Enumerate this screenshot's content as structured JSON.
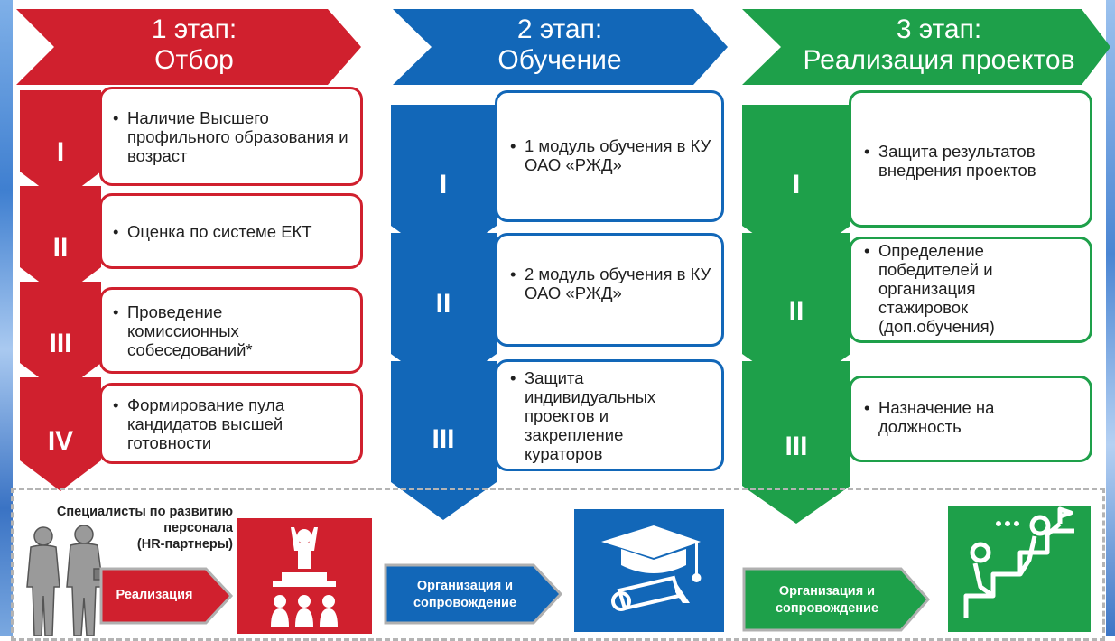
{
  "stages": [
    {
      "title_line1": "1 этап:",
      "title_line2": "Отбор",
      "color": "#d0202e",
      "steps": [
        {
          "numeral": "I",
          "text": "Наличие Высшего профильного образования и возраст"
        },
        {
          "numeral": "II",
          "text": "Оценка по системе ЕКТ"
        },
        {
          "numeral": "III",
          "text": "Проведение комиссионных собеседований*"
        },
        {
          "numeral": "IV",
          "text": "Формирование пула кандидатов высшей готовности"
        }
      ]
    },
    {
      "title_line1": "2 этап:",
      "title_line2": "Обучение",
      "color": "#1267b8",
      "steps": [
        {
          "numeral": "I",
          "text": "1 модуль обучения в КУ ОАО «РЖД»"
        },
        {
          "numeral": "II",
          "text": "2 модуль обучения в КУ ОАО «РЖД»"
        },
        {
          "numeral": "III",
          "text": "Защита индивидуальных проектов и закрепление кураторов"
        }
      ]
    },
    {
      "title_line1": "3 этап:",
      "title_line2": "Реализация проектов",
      "color": "#1ea04a",
      "steps": [
        {
          "numeral": "I",
          "text": "Защита результатов внедрения проектов"
        },
        {
          "numeral": "II",
          "text": "Определение победителей и организация стажировок (доп.обучения)"
        },
        {
          "numeral": "III",
          "text": "Назначение на должность"
        }
      ]
    }
  ],
  "bottom": {
    "hr_label_line1": "Специалисты по развитию",
    "hr_label_line2": "персонала",
    "hr_label_line3": "(HR-партнеры)",
    "stage1_action": "Реализация",
    "stage2_action_line1": "Организация и",
    "stage2_action_line2": "сопровождение",
    "stage3_action_line1": "Организация и",
    "stage3_action_line2": "сопровождение",
    "icon1": "presentation-icon",
    "icon2": "graduation-icon",
    "icon3": "teamwork-stairs-icon",
    "people_icon": "business-people-icon"
  }
}
